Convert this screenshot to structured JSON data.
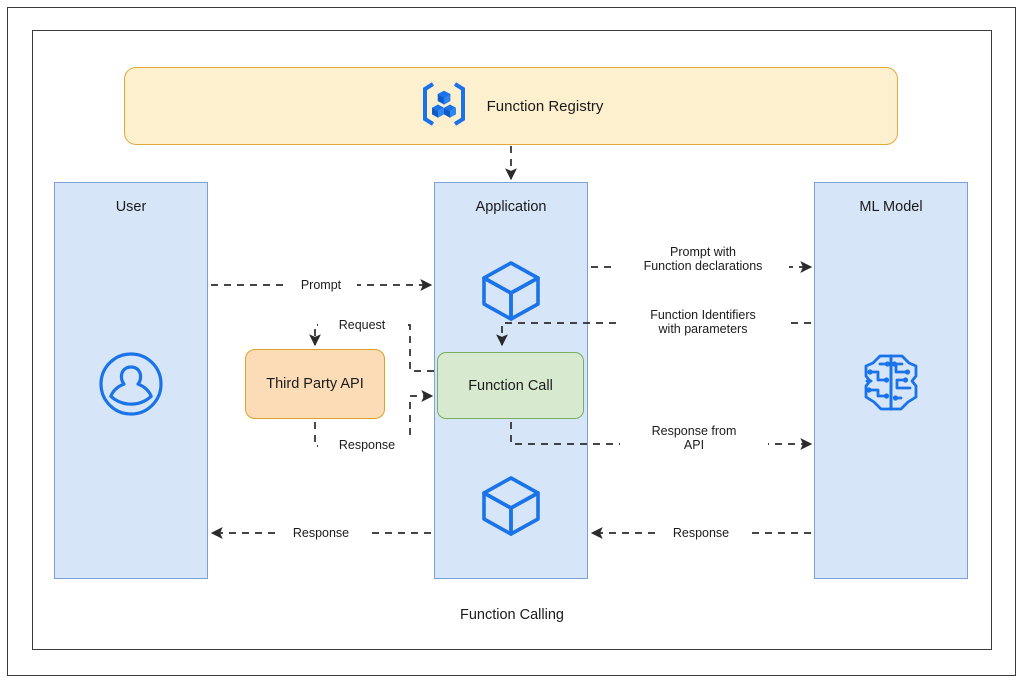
{
  "diagram": {
    "caption": "Function Calling",
    "registry": {
      "label": "Function Registry",
      "icon": "function-registry-icon",
      "fill": "#fdf0cf",
      "stroke": "#e2a93b"
    },
    "columns": [
      {
        "id": "user",
        "title": "User",
        "icon": "user-avatar-icon",
        "fill": "#d6e5f8",
        "stroke": "#7ba2d6"
      },
      {
        "id": "app",
        "title": "Application",
        "icon": "cube-icon",
        "fill": "#d6e5f8",
        "stroke": "#7ba2d6"
      },
      {
        "id": "ml",
        "title": "ML Model",
        "icon": "brain-circuit-icon",
        "fill": "#d6e5f8",
        "stroke": "#7ba2d6"
      }
    ],
    "nodes": [
      {
        "id": "function-call",
        "label": "Function Call",
        "fill": "#d7e9cf",
        "stroke": "#7aae5c"
      },
      {
        "id": "third-party-api",
        "label": "Third Party API",
        "fill": "#fbdcb6",
        "stroke": "#dba029"
      }
    ],
    "edges": [
      {
        "id": "registry-to-app",
        "label": "",
        "direction": "down"
      },
      {
        "id": "user-to-app",
        "label": "Prompt",
        "direction": "right"
      },
      {
        "id": "app-to-ml-prompt",
        "label": "Prompt with\nFunction declarations",
        "direction": "right"
      },
      {
        "id": "ml-to-app-ids",
        "label": "Function Identifiers\nwith parameters",
        "direction": "left"
      },
      {
        "id": "fc-to-tpa-request",
        "label": "Request",
        "direction": "left"
      },
      {
        "id": "tpa-to-fc-response",
        "label": "Response",
        "direction": "right"
      },
      {
        "id": "app-to-ml-apiresp",
        "label": "Response from\nAPI",
        "direction": "right"
      },
      {
        "id": "app-to-user-resp",
        "label": "Response",
        "direction": "left"
      },
      {
        "id": "ml-to-app-resp",
        "label": "Response",
        "direction": "left"
      }
    ],
    "colors": {
      "icon_blue": "#1a73e8",
      "line": "#2b2b2b",
      "frame": "#3a3a3a"
    }
  }
}
